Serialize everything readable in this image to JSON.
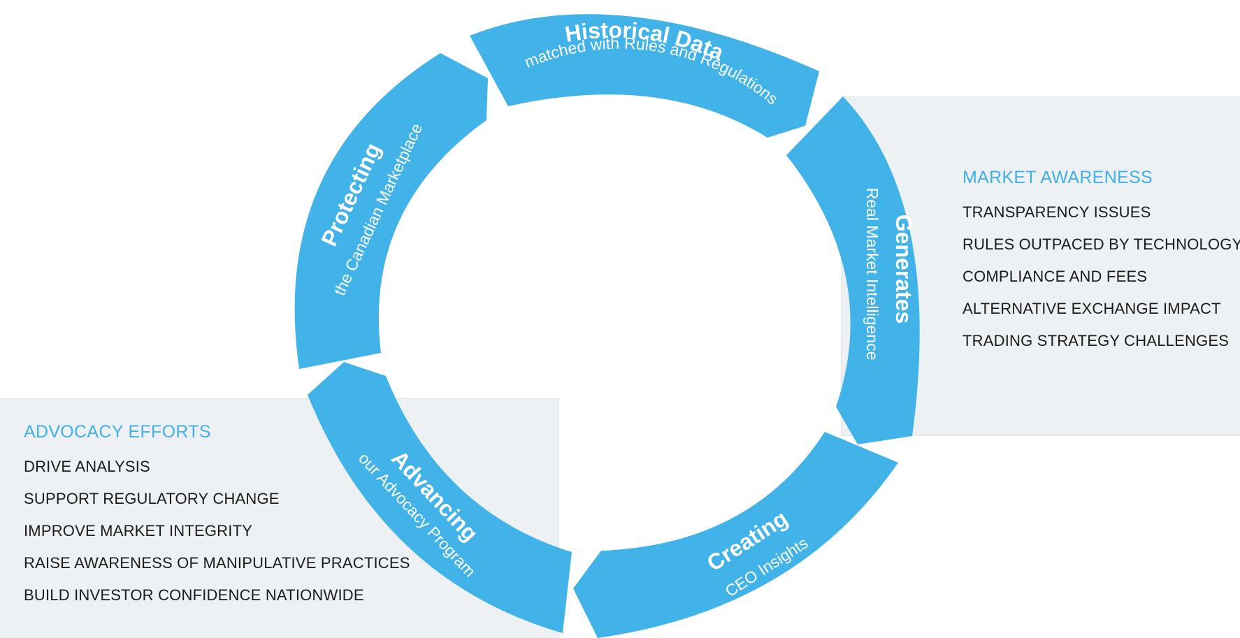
{
  "cycle": {
    "segments": [
      {
        "id": "historical",
        "title": "Historical Data",
        "subtitle": "matched with Rules and Regulations"
      },
      {
        "id": "generates",
        "title": "Generates",
        "subtitle": "Real Market Intelligence"
      },
      {
        "id": "creating",
        "title": "Creating",
        "subtitle": "CEO Insights"
      },
      {
        "id": "advancing",
        "title": "Advancing",
        "subtitle": "our Advocacy Program"
      },
      {
        "id": "protecting",
        "title": "Protecting",
        "subtitle": "the Canadian Marketplace"
      }
    ],
    "color": "#42b3e8"
  },
  "market_awareness": {
    "title": "MARKET AWARENESS",
    "items": [
      "TRANSPARENCY ISSUES",
      "RULES OUTPACED BY TECHNOLOGY",
      "COMPLIANCE AND FEES",
      "ALTERNATIVE EXCHANGE IMPACT",
      "TRADING STRATEGY CHALLENGES"
    ]
  },
  "advocacy_efforts": {
    "title": "ADVOCACY EFFORTS",
    "items": [
      "DRIVE ANALYSIS",
      "SUPPORT REGULATORY CHANGE",
      "IMPROVE MARKET INTEGRITY",
      "RAISE AWARENESS OF MANIPULATIVE PRACTICES",
      "BUILD INVESTOR CONFIDENCE NATIONWIDE"
    ]
  },
  "colors": {
    "accent": "#41b0e6",
    "panel_bg": "#edf1f4",
    "text": "#1b1b1b"
  }
}
